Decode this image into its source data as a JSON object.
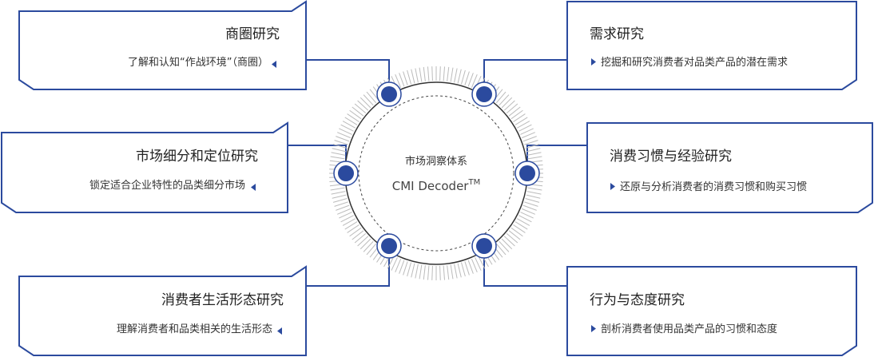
{
  "center": {
    "title": "市场洞察体系",
    "subtitle": "CMI Decoder",
    "superscript": "TM"
  },
  "boxes": {
    "top_left": {
      "title": "商圈研究",
      "desc": "了解和认知“作战环境”（商圈）"
    },
    "mid_left": {
      "title": "市场细分和定位研究",
      "desc": "锁定适合企业特性的品类细分市场"
    },
    "bottom_left": {
      "title": "消费者生活形态研究",
      "desc": "理解消费者和品类相关的生活形态"
    },
    "top_right": {
      "title": "需求研究",
      "desc": "挖掘和研究消费者对品类产品的潜在需求"
    },
    "mid_right": {
      "title": "消费习惯与经验研究",
      "desc": "还原与分析消费者的消费习惯和购买习惯"
    },
    "bottom_right": {
      "title": "行为与态度研究",
      "desc": "剖析消费者使用品类产品的习惯和态度"
    }
  },
  "colors": {
    "accent": "#2b4a9e",
    "border": "#2b4a9e",
    "ticks": "#bbbbbb",
    "ring": "#333333"
  }
}
